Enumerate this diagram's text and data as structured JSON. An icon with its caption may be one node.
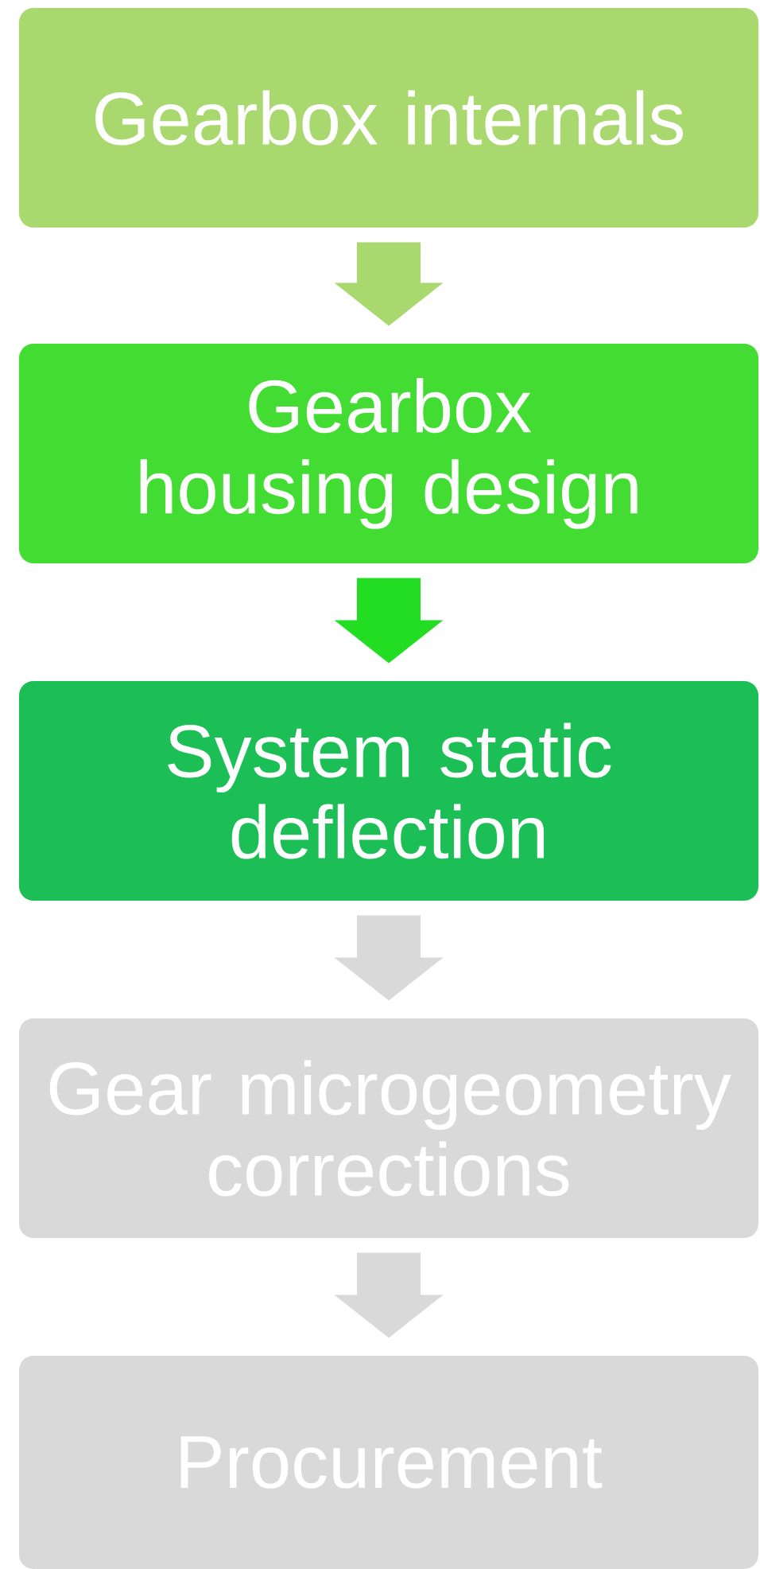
{
  "diagram": {
    "nodes": [
      {
        "text": [
          "Gearbox internals"
        ]
      },
      {
        "text": [
          "Gearbox housing design"
        ]
      },
      {
        "text": [
          "System static deflection"
        ]
      },
      {
        "text": [
          "Gear microgeometry corrections"
        ]
      },
      {
        "text": [
          "Procurement"
        ]
      }
    ],
    "edges": [
      {
        "from": 0,
        "to": 1,
        "arrow": "to",
        "color": "#a9d86e"
      },
      {
        "from": 1,
        "to": 2,
        "arrow": "to",
        "color": "#22dd22"
      },
      {
        "from": 2,
        "to": 3,
        "arrow": "to"
      },
      {
        "from": 3,
        "to": 4,
        "arrow": "to"
      }
    ]
  }
}
